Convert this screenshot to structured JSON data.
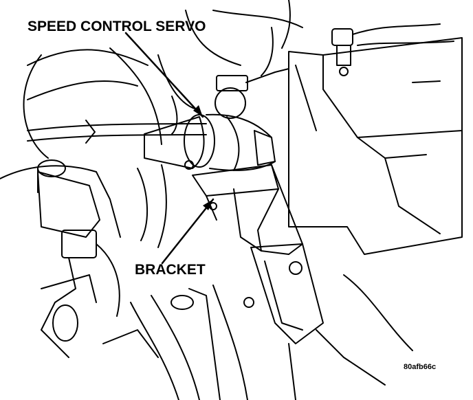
{
  "labels": {
    "servo": "SPEED CONTROL SERVO",
    "bracket": "BRACKET",
    "figure_code": "80afb66c"
  },
  "colors": {
    "ink": "#000000",
    "paper": "#ffffff"
  }
}
